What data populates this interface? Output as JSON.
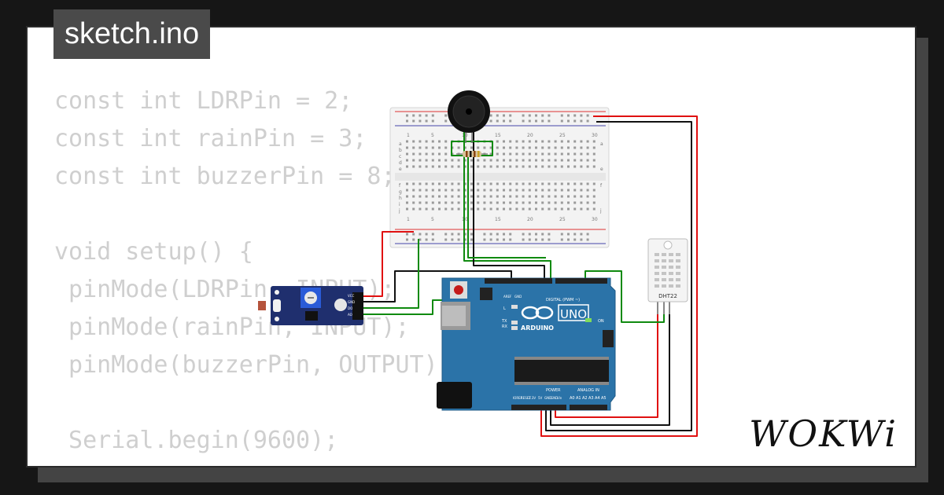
{
  "project": {
    "filename": "sketch.ino",
    "brand": "WOKWi"
  },
  "code": {
    "lines": [
      "const int LDRPin = 2;",
      "const int rainPin = 3;",
      "const int buzzerPin = 8;",
      "",
      "void setup() {",
      " pinMode(LDRPin, INPUT);",
      " pinMode(rainPin, INPUT);",
      " pinMode(buzzerPin, OUTPUT);",
      "",
      " Serial.begin(9600);",
      "}"
    ]
  },
  "breadboard": {
    "column_numbers": [
      "1",
      "5",
      "10",
      "15",
      "20",
      "25",
      "30"
    ],
    "top_rows": [
      "a",
      "b",
      "c",
      "d",
      "e"
    ],
    "bottom_rows": [
      "f",
      "g",
      "h",
      "i",
      "j"
    ]
  },
  "arduino": {
    "board_name": "UNO",
    "brand": "ARDUINO",
    "digital_label": "DIGITAL (PWM ~)",
    "power_label": "POWER",
    "analog_label": "ANALOG IN",
    "on_label": "ON",
    "tx_label": "TX",
    "rx_label": "RX",
    "l_label": "L",
    "aref_label": "AREF",
    "gnd_label": "GND",
    "power_pins": [
      "IOREF",
      "RESET",
      "3.3V",
      "5V",
      "GND",
      "GND",
      "Vin"
    ],
    "analog_pins": [
      "A0",
      "A1",
      "A2",
      "A3",
      "A4",
      "A5"
    ]
  },
  "dht": {
    "label": "DHT22"
  },
  "sensor_module": {
    "pins": [
      "VCC",
      "GND",
      "DO",
      "AO"
    ]
  },
  "colors": {
    "wire_red": "#e01010",
    "wire_black": "#111111",
    "wire_green": "#0f8a0f",
    "arduino_blue": "#2b73a8",
    "module_blue": "#1f2f6e"
  }
}
